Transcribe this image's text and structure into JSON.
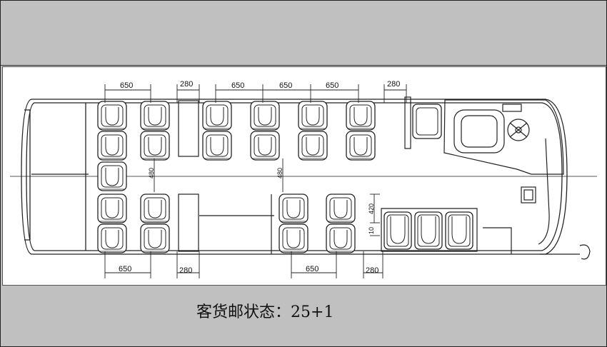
{
  "caption": {
    "label": "客货邮状态：",
    "capacity": "25+1"
  },
  "dimensions": {
    "top": [
      "650",
      "280",
      "650",
      "650",
      "650",
      "280"
    ],
    "bottom": [
      "650",
      "280",
      "650",
      "280"
    ],
    "aisle_left": "480",
    "aisle_mid": "480",
    "right_420": "420",
    "right_10": "10"
  }
}
